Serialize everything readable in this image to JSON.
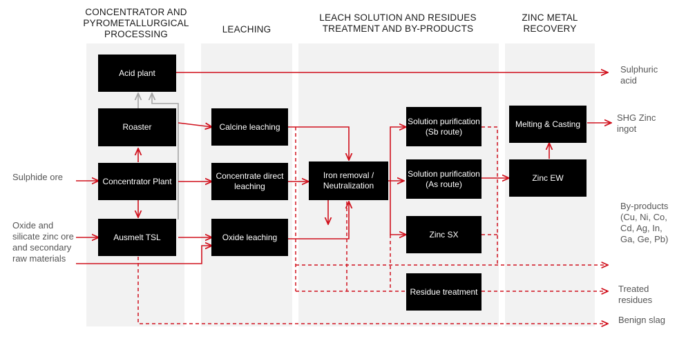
{
  "lanes": {
    "concentrator": "CONCENTRATOR AND PYROMETALLURGICAL PROCESSING",
    "leaching": "LEACHING",
    "leach_solution": "LEACH SOLUTION AND RESIDUES TREATMENT AND BY-PRODUCTS",
    "zinc_recovery": "ZINC METAL RECOVERY"
  },
  "boxes": {
    "acid_plant": "Acid plant",
    "roaster": "Roaster",
    "concentrator_plant": "Concentrator Plant",
    "ausmelt_tsl": "Ausmelt TSL",
    "calcine_leaching": "Calcine leaching",
    "concentrate_direct_leaching": "Concentrate direct leaching",
    "oxide_leaching": "Oxide leaching",
    "iron_removal": "Iron removal / Neutralization",
    "solution_purification_sb": "Solution purification (Sb route)",
    "solution_purification_as": "Solution purification (As route)",
    "zinc_sx": "Zinc SX",
    "residue_treatment": "Residue treatment",
    "melting_casting": "Melting & Casting",
    "zinc_ew": "Zinc EW"
  },
  "inputs": {
    "sulphide_ore": "Sulphide ore",
    "oxide_silicate": "Oxide and silicate zinc ore and secondary raw materials"
  },
  "outputs": {
    "sulphuric_acid": "Sulphuric acid",
    "shg_zinc": "SHG Zinc ingot",
    "by_products": "By-products (Cu, Ni, Co, Cd, Ag, In, Ga, Ge, Pb)",
    "treated_residues": "Treated residues",
    "benign_slag": "Benign slag"
  },
  "colors": {
    "flow_red": "#d0101c",
    "gas_grey": "#a6a6a6",
    "box": "#000000",
    "lane_bg": "#f2f2f2"
  }
}
